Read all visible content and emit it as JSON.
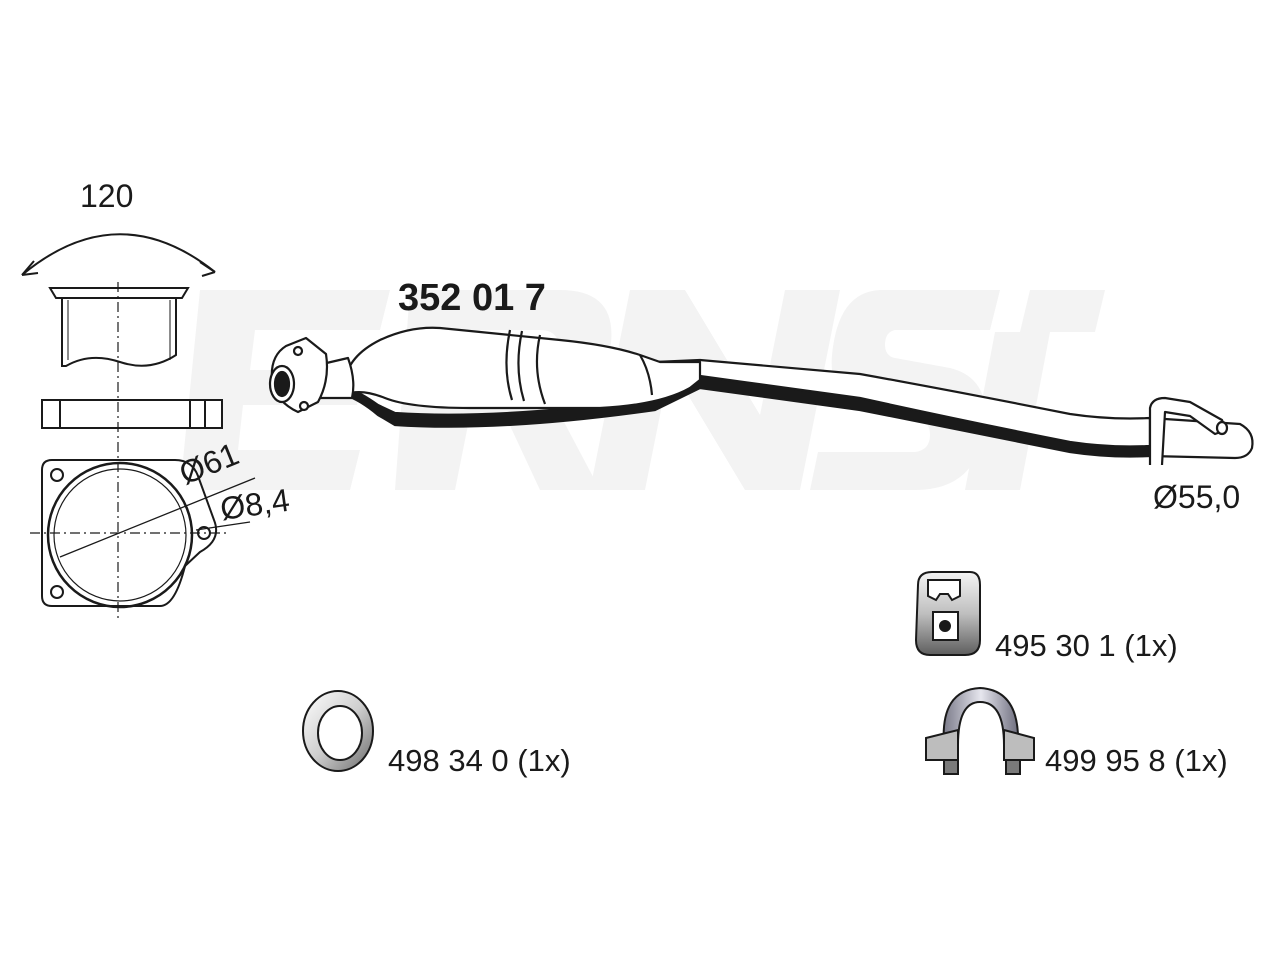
{
  "main_part": {
    "number": "352 01 7"
  },
  "watermark": {
    "brand": "ERNST",
    "color": "#f3f3f3"
  },
  "dimensions": {
    "angle": "120",
    "flange_diameter": "Ø61",
    "bolt_hole_diameter": "Ø8,4",
    "pipe_diameter": "Ø55,0"
  },
  "accessories": [
    {
      "label": "495 30 1 (1x)",
      "icon": "rubber-hanger-icon"
    },
    {
      "label": "498 34 0 (1x)",
      "icon": "gasket-ring-icon"
    },
    {
      "label": "499 95 8 (1x)",
      "icon": "pipe-clamp-icon"
    }
  ],
  "colors": {
    "line": "#1a1a1a",
    "fill": "#ffffff",
    "shade": "#9a9a9a"
  }
}
